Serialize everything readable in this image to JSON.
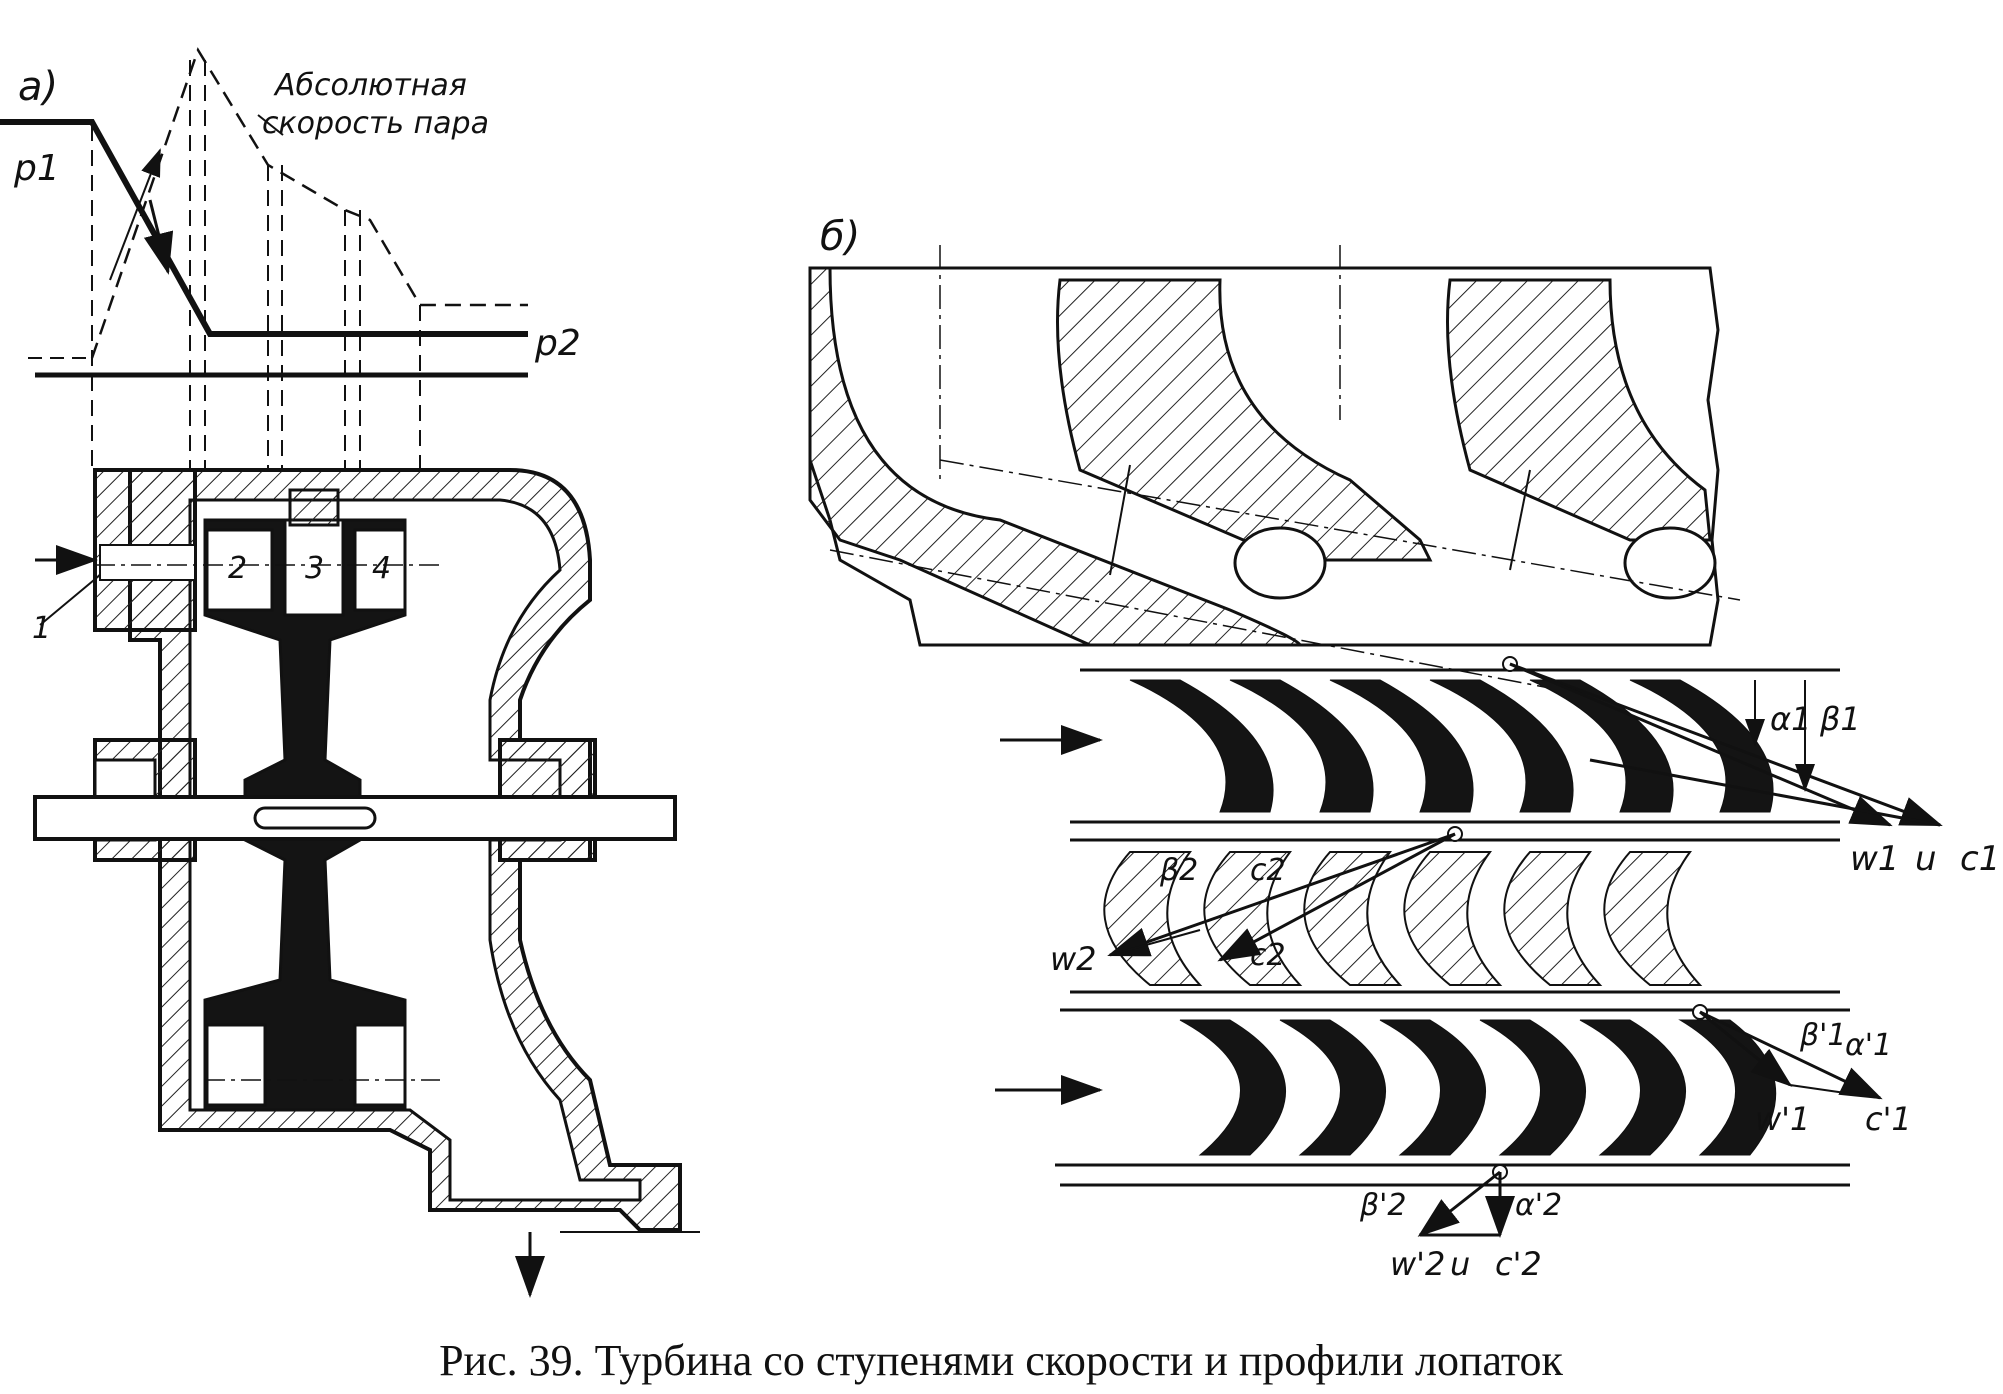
{
  "figure": {
    "caption": "Рис. 39. Турбина со ступенями скорости и профили лопаток"
  },
  "panel_a": {
    "label": "а)",
    "graph_labels": {
      "velocity_line1": "Абсолютная",
      "velocity_line2": "скорость пара",
      "p1": "p1",
      "p2": "p2"
    },
    "stage_numbers": [
      "1",
      "2",
      "3",
      "4"
    ]
  },
  "panel_b": {
    "label": "б)",
    "row1_labels": [
      "α1",
      "β1",
      "w1",
      "u",
      "c1"
    ],
    "row2_labels": [
      "β2",
      "c2",
      "w2",
      "c2"
    ],
    "row3_labels": [
      "β'1",
      "α'1",
      "w'1",
      "c'1"
    ],
    "bottom_labels": [
      "β'2",
      "α'2",
      "w'2",
      "u",
      "c'2"
    ]
  },
  "icons": [
    "flow-arrow-icon",
    "exhaust-arrow-icon"
  ],
  "colors": {
    "ink": "#111111",
    "background": "#ffffff"
  }
}
